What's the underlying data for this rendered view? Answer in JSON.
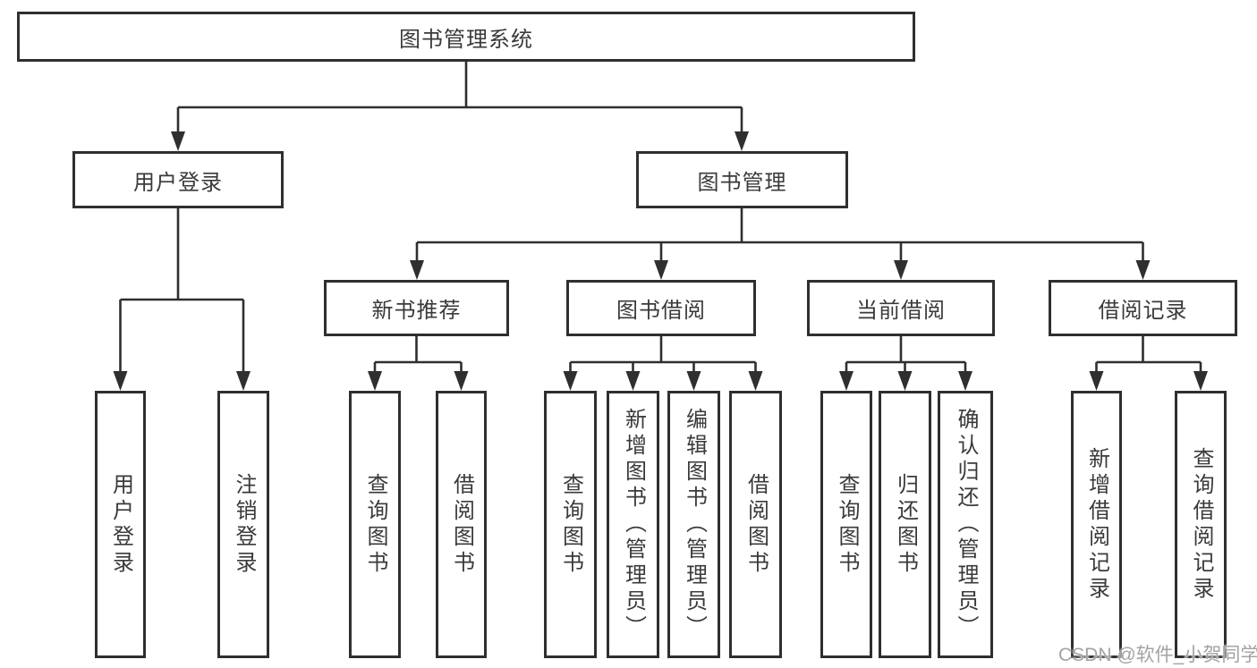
{
  "colors": {
    "line": "#2f2f2f",
    "box_border": "#2f2f2f",
    "box_fill": "#ffffff",
    "text": "#3a3a3a",
    "watermark_gray": "#a3a3a3"
  },
  "watermark": "CSDN @软件_小贺同学",
  "tree": {
    "label": "图书管理系统",
    "children": [
      {
        "label": "用户登录",
        "children": [
          {
            "label": "用户登录"
          },
          {
            "label": "注销登录"
          }
        ]
      },
      {
        "label": "图书管理",
        "children": [
          {
            "label": "新书推荐",
            "children": [
              {
                "label": "查询图书"
              },
              {
                "label": "借阅图书"
              }
            ]
          },
          {
            "label": "图书借阅",
            "children": [
              {
                "label": "查询图书"
              },
              {
                "label": "新增图书（管理员）"
              },
              {
                "label": "编辑图书（管理员）"
              },
              {
                "label": "借阅图书"
              }
            ]
          },
          {
            "label": "当前借阅",
            "children": [
              {
                "label": "查询图书"
              },
              {
                "label": "归还图书"
              },
              {
                "label": "确认归还（管理员）"
              }
            ]
          },
          {
            "label": "借阅记录",
            "children": [
              {
                "label": "新增借阅记录"
              },
              {
                "label": "查询借阅记录"
              }
            ]
          }
        ]
      }
    ]
  }
}
